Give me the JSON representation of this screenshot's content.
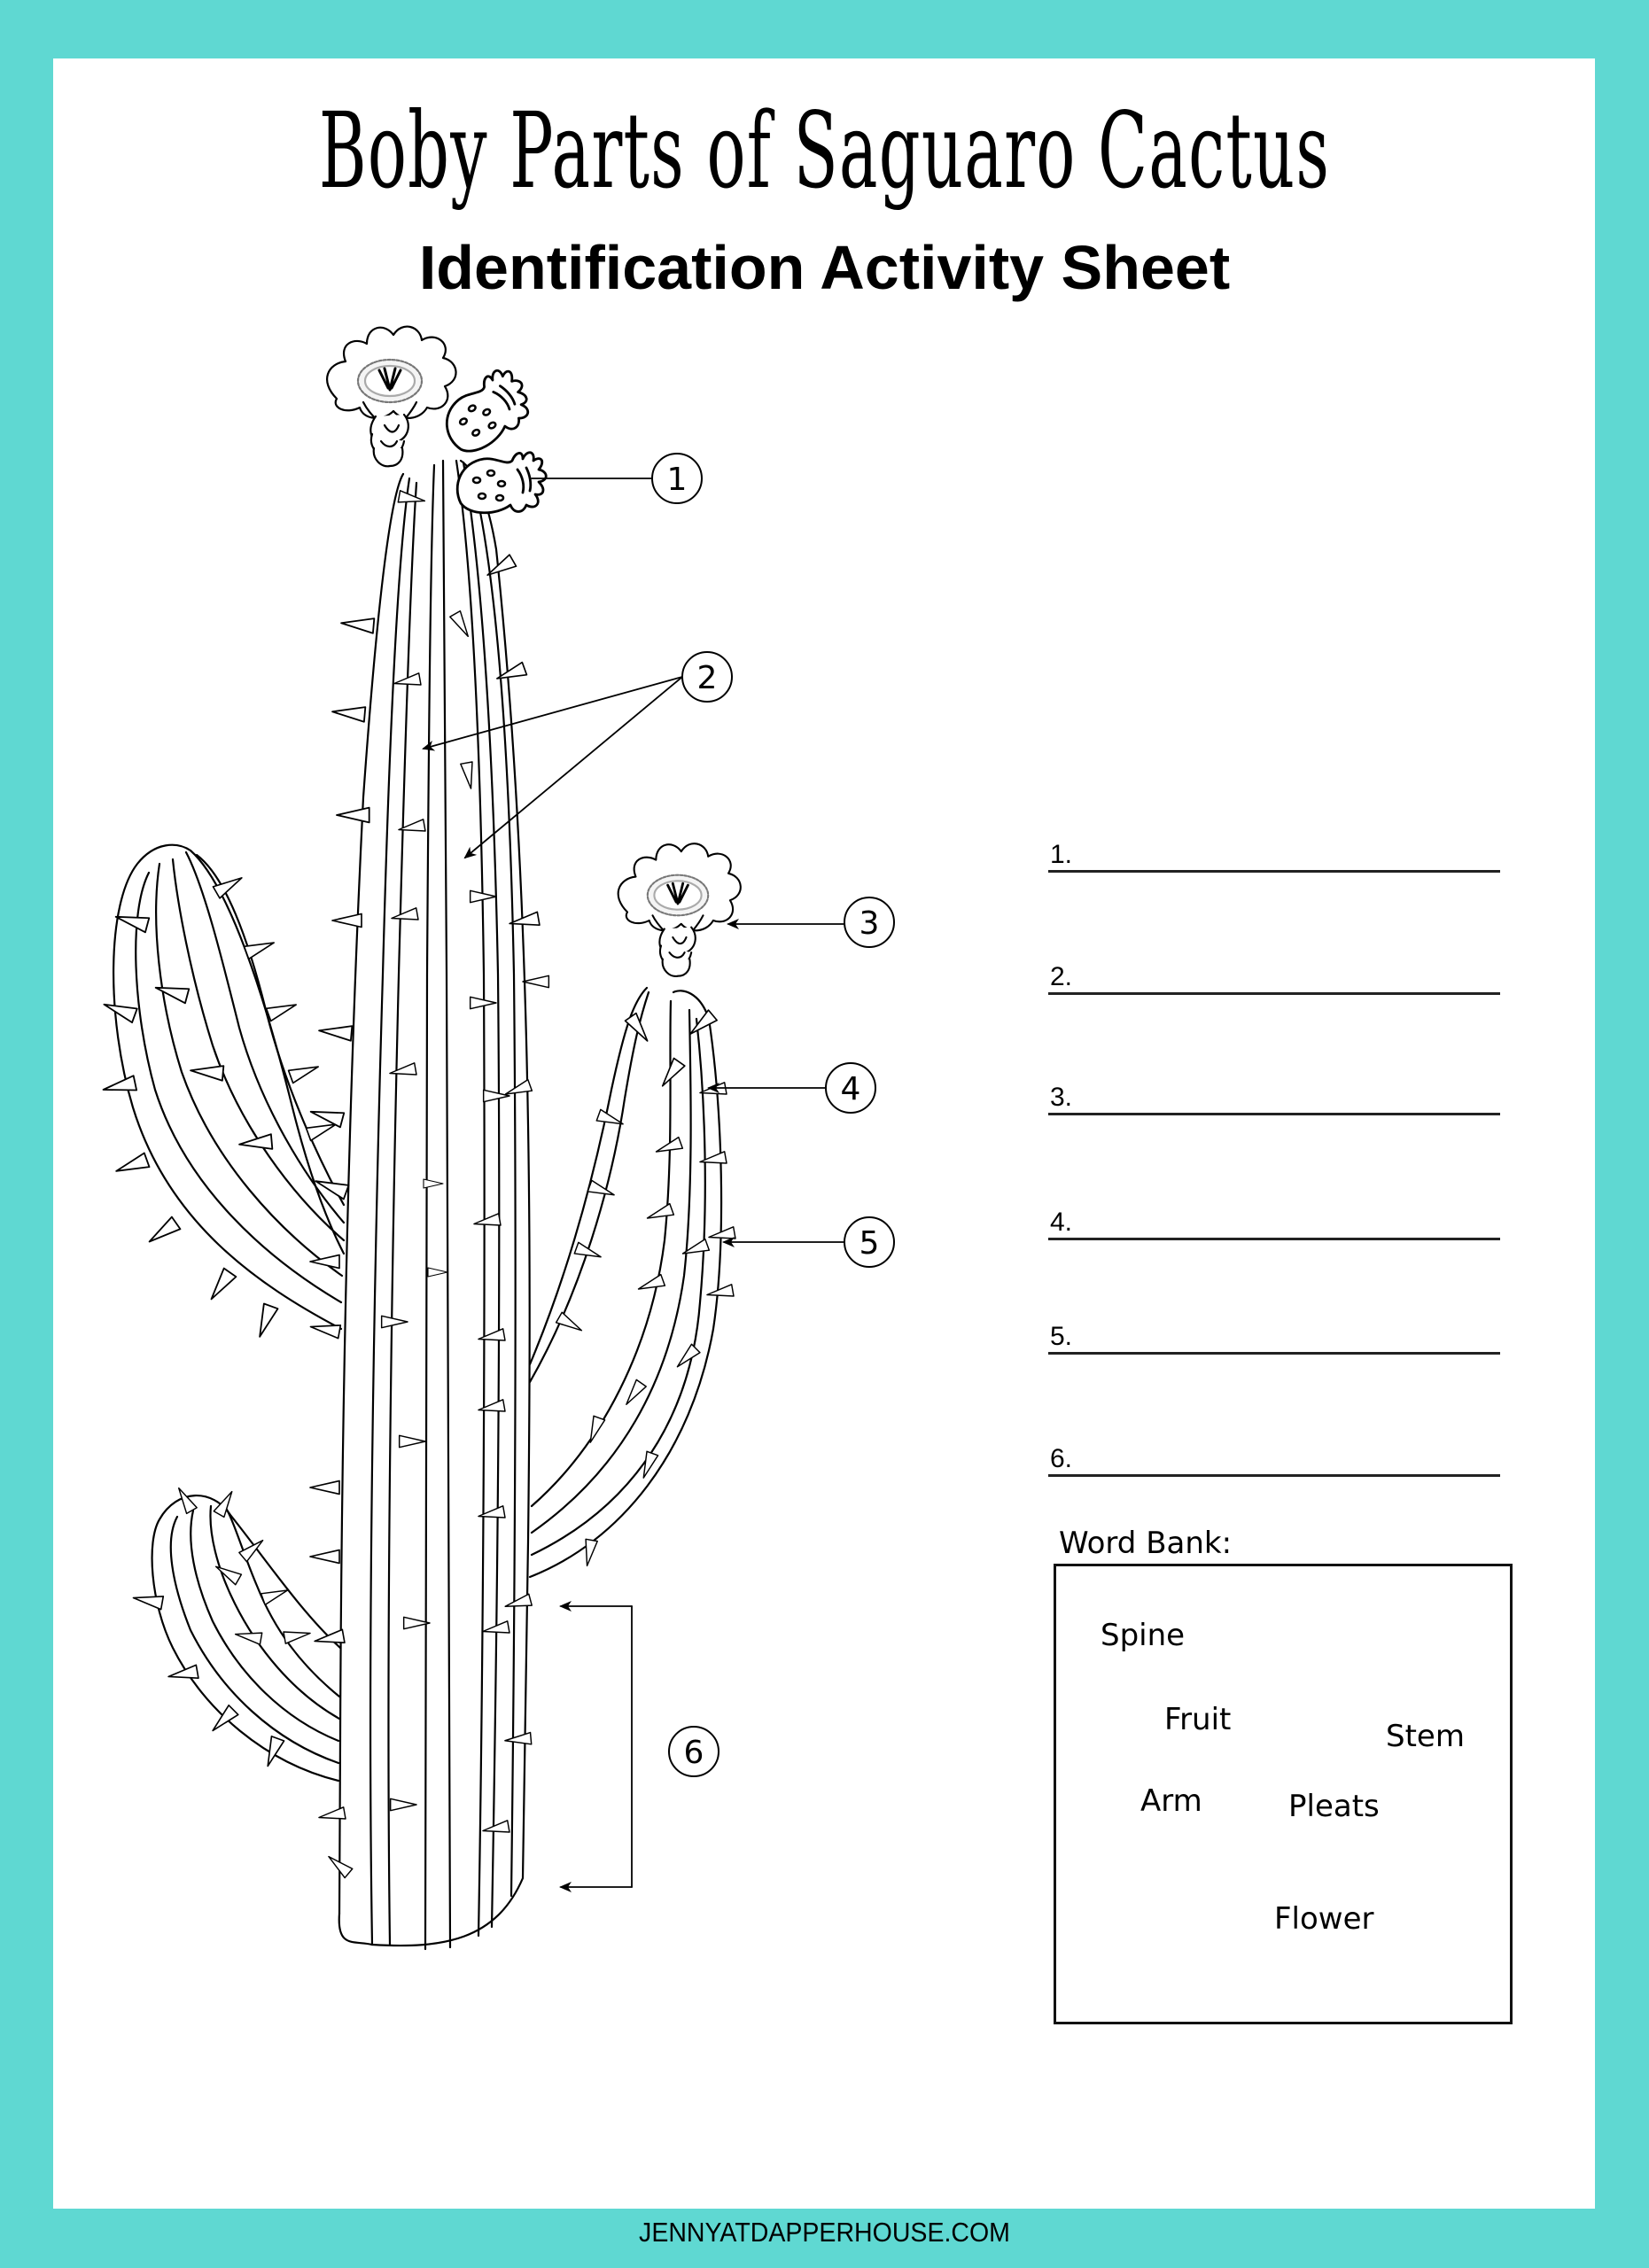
{
  "page": {
    "border_color": "#5FD8D2",
    "paper_color": "#FFFFFF",
    "ink_color": "#000000"
  },
  "header": {
    "title": "Boby Parts of Saguaro Cactus",
    "subtitle": "Identification Activity Sheet"
  },
  "diagram": {
    "subject": "saguaro-cactus-illustration",
    "callouts": [
      {
        "number": "1",
        "points_to": "fruit-on-main-stem-top"
      },
      {
        "number": "2",
        "points_to": "pleats-on-main-stem"
      },
      {
        "number": "3",
        "points_to": "flower-on-right-arm"
      },
      {
        "number": "4",
        "points_to": "spine-on-right-arm"
      },
      {
        "number": "5",
        "points_to": "right-arm"
      },
      {
        "number": "6",
        "points_to": "lower-main-stem-bracket"
      }
    ]
  },
  "answers": {
    "rows": [
      {
        "label": "1.",
        "value": ""
      },
      {
        "label": "2.",
        "value": ""
      },
      {
        "label": "3.",
        "value": ""
      },
      {
        "label": "4.",
        "value": ""
      },
      {
        "label": "5.",
        "value": ""
      },
      {
        "label": "6.",
        "value": ""
      }
    ]
  },
  "word_bank": {
    "label": "Word Bank:",
    "words": [
      "Spine",
      "Fruit",
      "Stem",
      "Arm",
      "Pleats",
      "Flower"
    ]
  },
  "footer": {
    "website": "JENNYATDAPPERHOUSE.COM"
  }
}
